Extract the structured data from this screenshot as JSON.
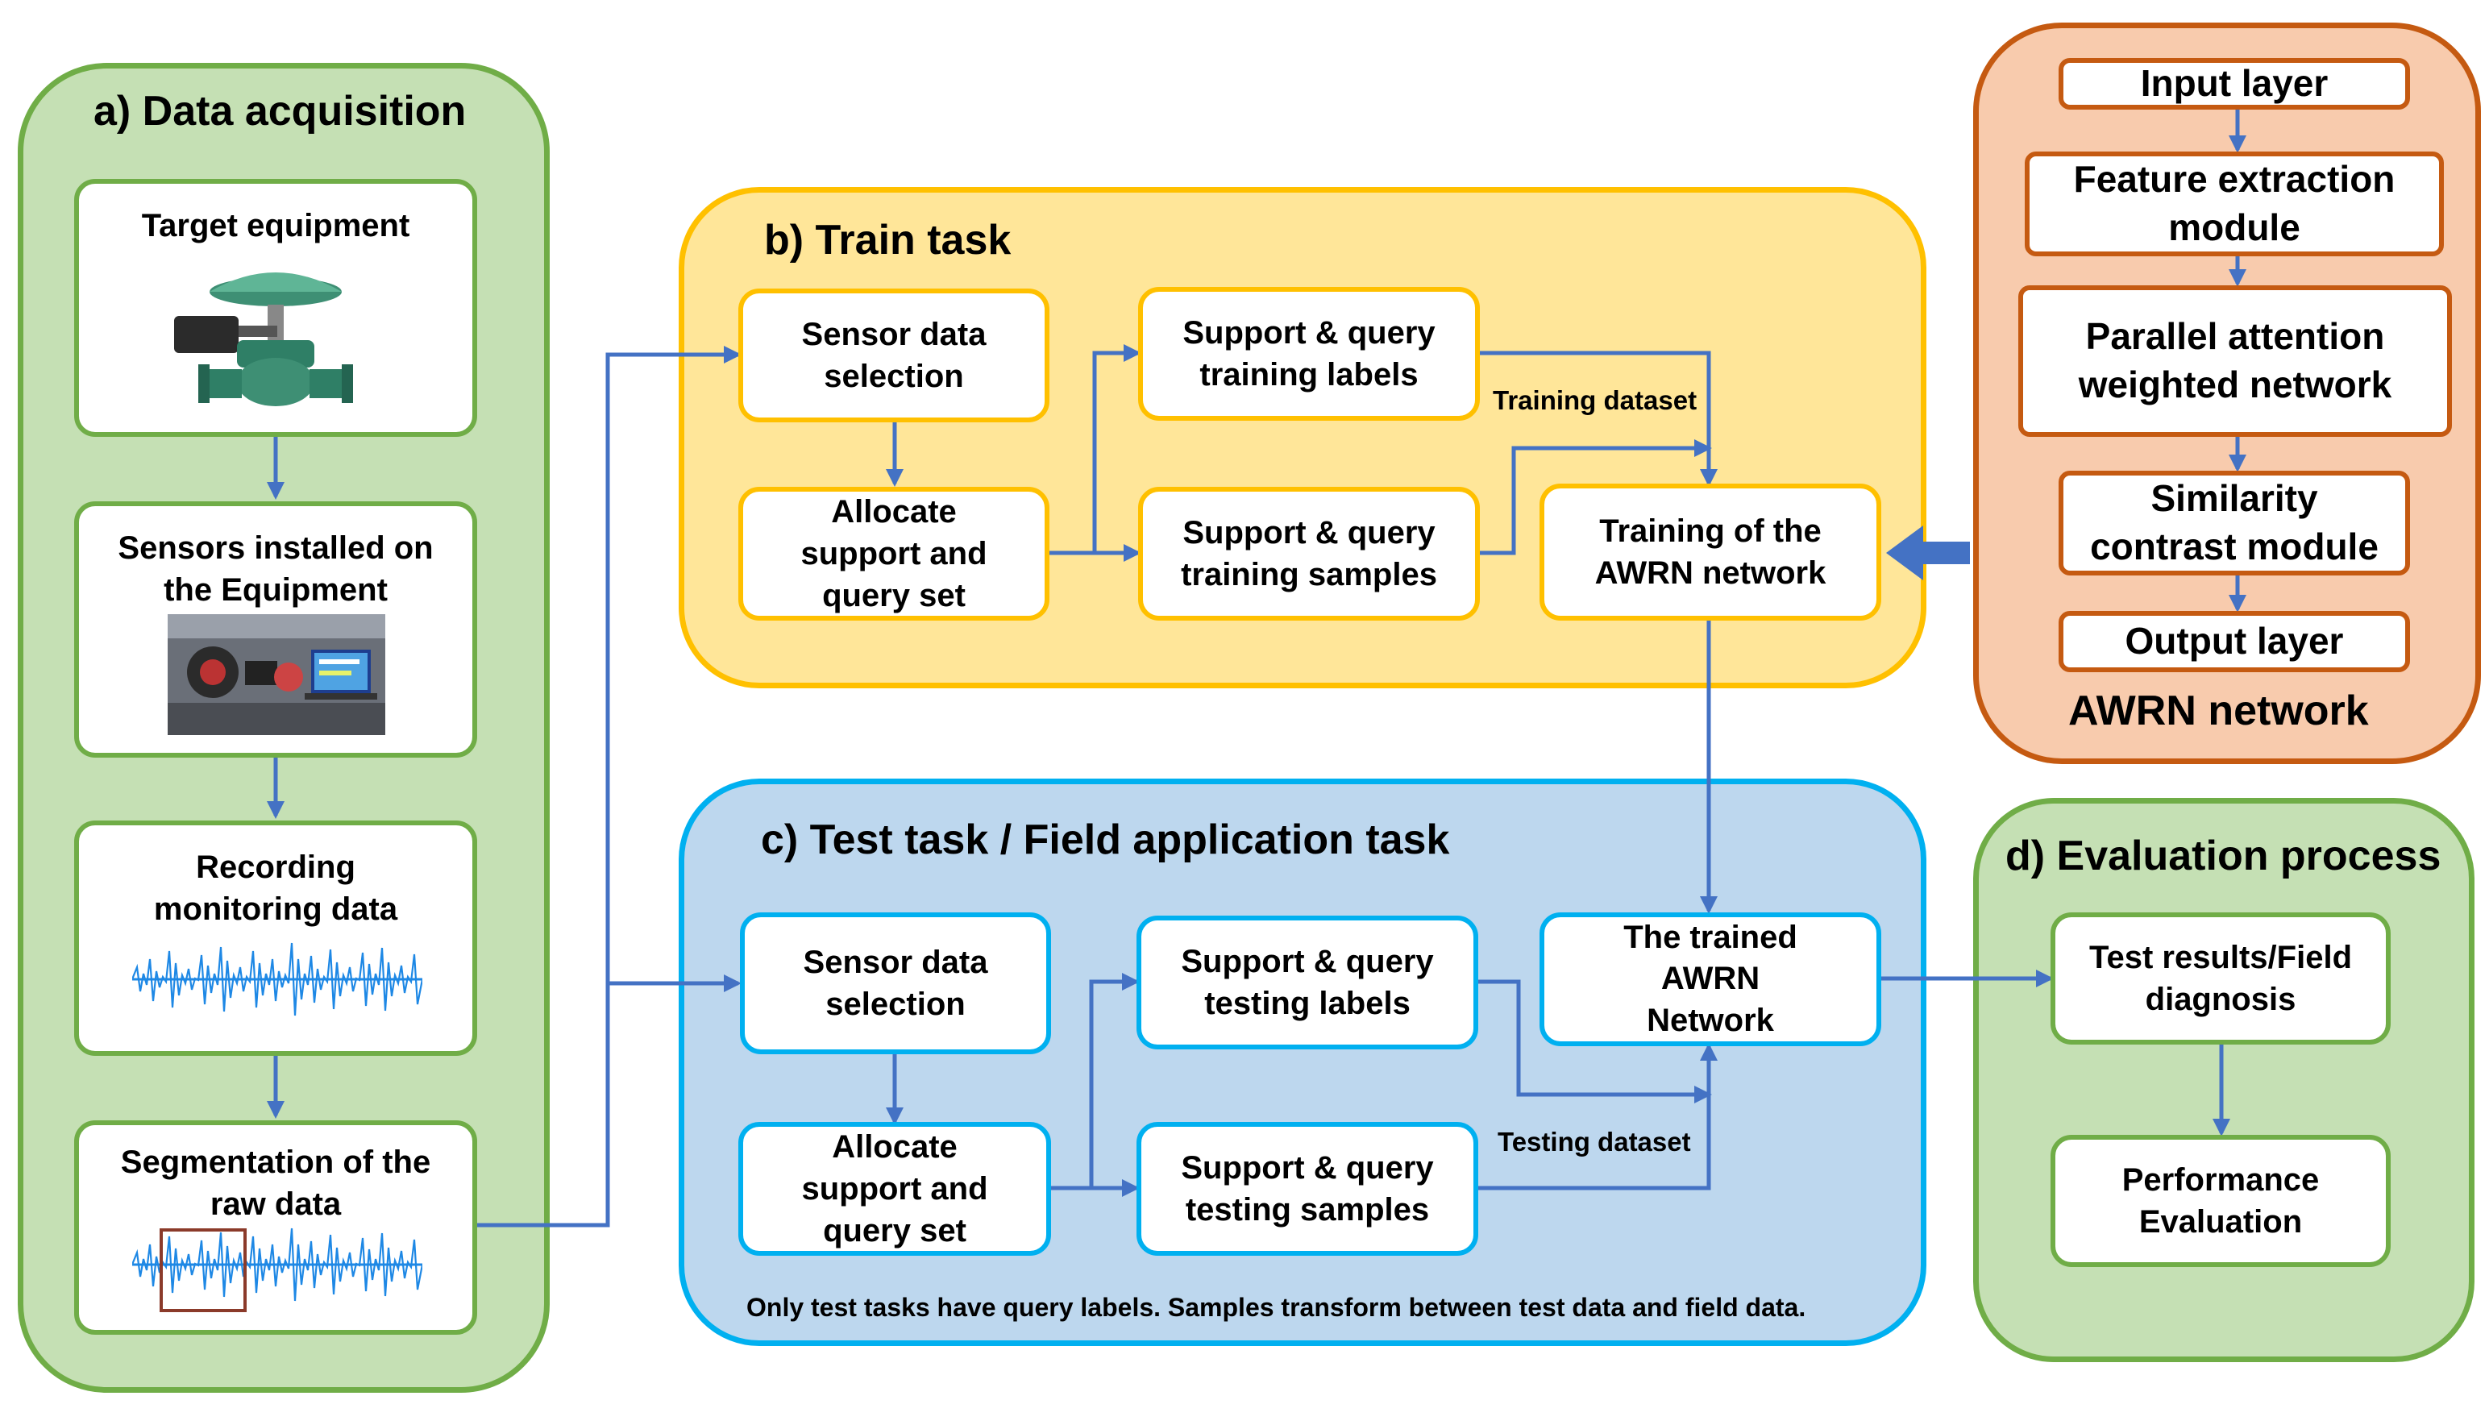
{
  "colors": {
    "green_fill": "#c5e0b4",
    "green_border": "#70ad47",
    "yellow_fill": "#ffe699",
    "yellow_border": "#ffc000",
    "blue_fill": "#bdd7ee",
    "blue_border": "#00b0f0",
    "orange_fill": "#f8cbad",
    "orange_border": "#c55a11",
    "arrow": "#4472c4"
  },
  "acquisition": {
    "title": "a) Data acquisition",
    "target": "Target equipment",
    "sensors": "Sensors installed on the Equipment",
    "recording": "Recording monitoring data",
    "segmentation": "Segmentation of the raw data"
  },
  "train": {
    "title": "b) Train task",
    "sensor_selection": "Sensor data selection",
    "allocate": "Allocate support and query set",
    "labels": "Support & query training labels",
    "samples": "Support & query training samples",
    "training": "Training of the AWRN network",
    "dataset_label": "Training dataset"
  },
  "test": {
    "title": "c) Test task / Field application task",
    "sensor_selection": "Sensor data selection",
    "allocate": "Allocate support and query set",
    "labels": "Support & query testing labels",
    "samples": "Support & query testing samples",
    "trained": "The trained AWRN Network",
    "dataset_label": "Testing dataset",
    "note": "Only test tasks have query labels. Samples transform between test data and field data."
  },
  "network": {
    "title": "AWRN network",
    "layers": [
      "Input layer",
      "Feature extraction module",
      "Parallel attention weighted network",
      "Similarity contrast module",
      "Output layer"
    ]
  },
  "evaluation": {
    "title": "d) Evaluation process",
    "results": "Test results/Field diagnosis",
    "performance": "Performance Evaluation"
  }
}
